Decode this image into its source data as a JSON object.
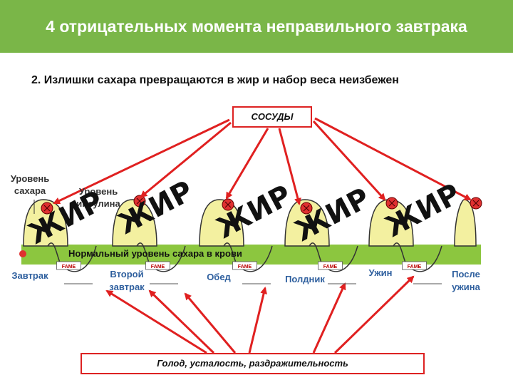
{
  "title": "4 отрицательных момента неправильного завтрака",
  "subtitle": "2. Излишки сахара превращаются в жир и набор веса неизбежен",
  "vessels_label": "СОСУДЫ",
  "bottom_label": "Голод,  усталость,  раздражительность",
  "sugar_level_label": [
    "Уровень",
    "сахара"
  ],
  "insulin_level_label": [
    "Уровень",
    "инсулина"
  ],
  "normal_level_label": "Нормальный  уровень сахара в крови",
  "fat_word": "ЖИР",
  "fame_word": "FAME",
  "meals": [
    {
      "line1": "Завтрак",
      "line2": ""
    },
    {
      "line1": "Второй",
      "line2": "завтрак"
    },
    {
      "line1": "Обед",
      "line2": ""
    },
    {
      "line1": "Полдник",
      "line2": ""
    },
    {
      "line1": "Ужин",
      "line2": ""
    },
    {
      "line1": "После",
      "line2": "ужина"
    }
  ],
  "colors": {
    "header": "#7ab648",
    "band": "#8cc63f",
    "arrow": "#e02020",
    "hump": "#f3f0a0",
    "marker": "#e03030"
  }
}
